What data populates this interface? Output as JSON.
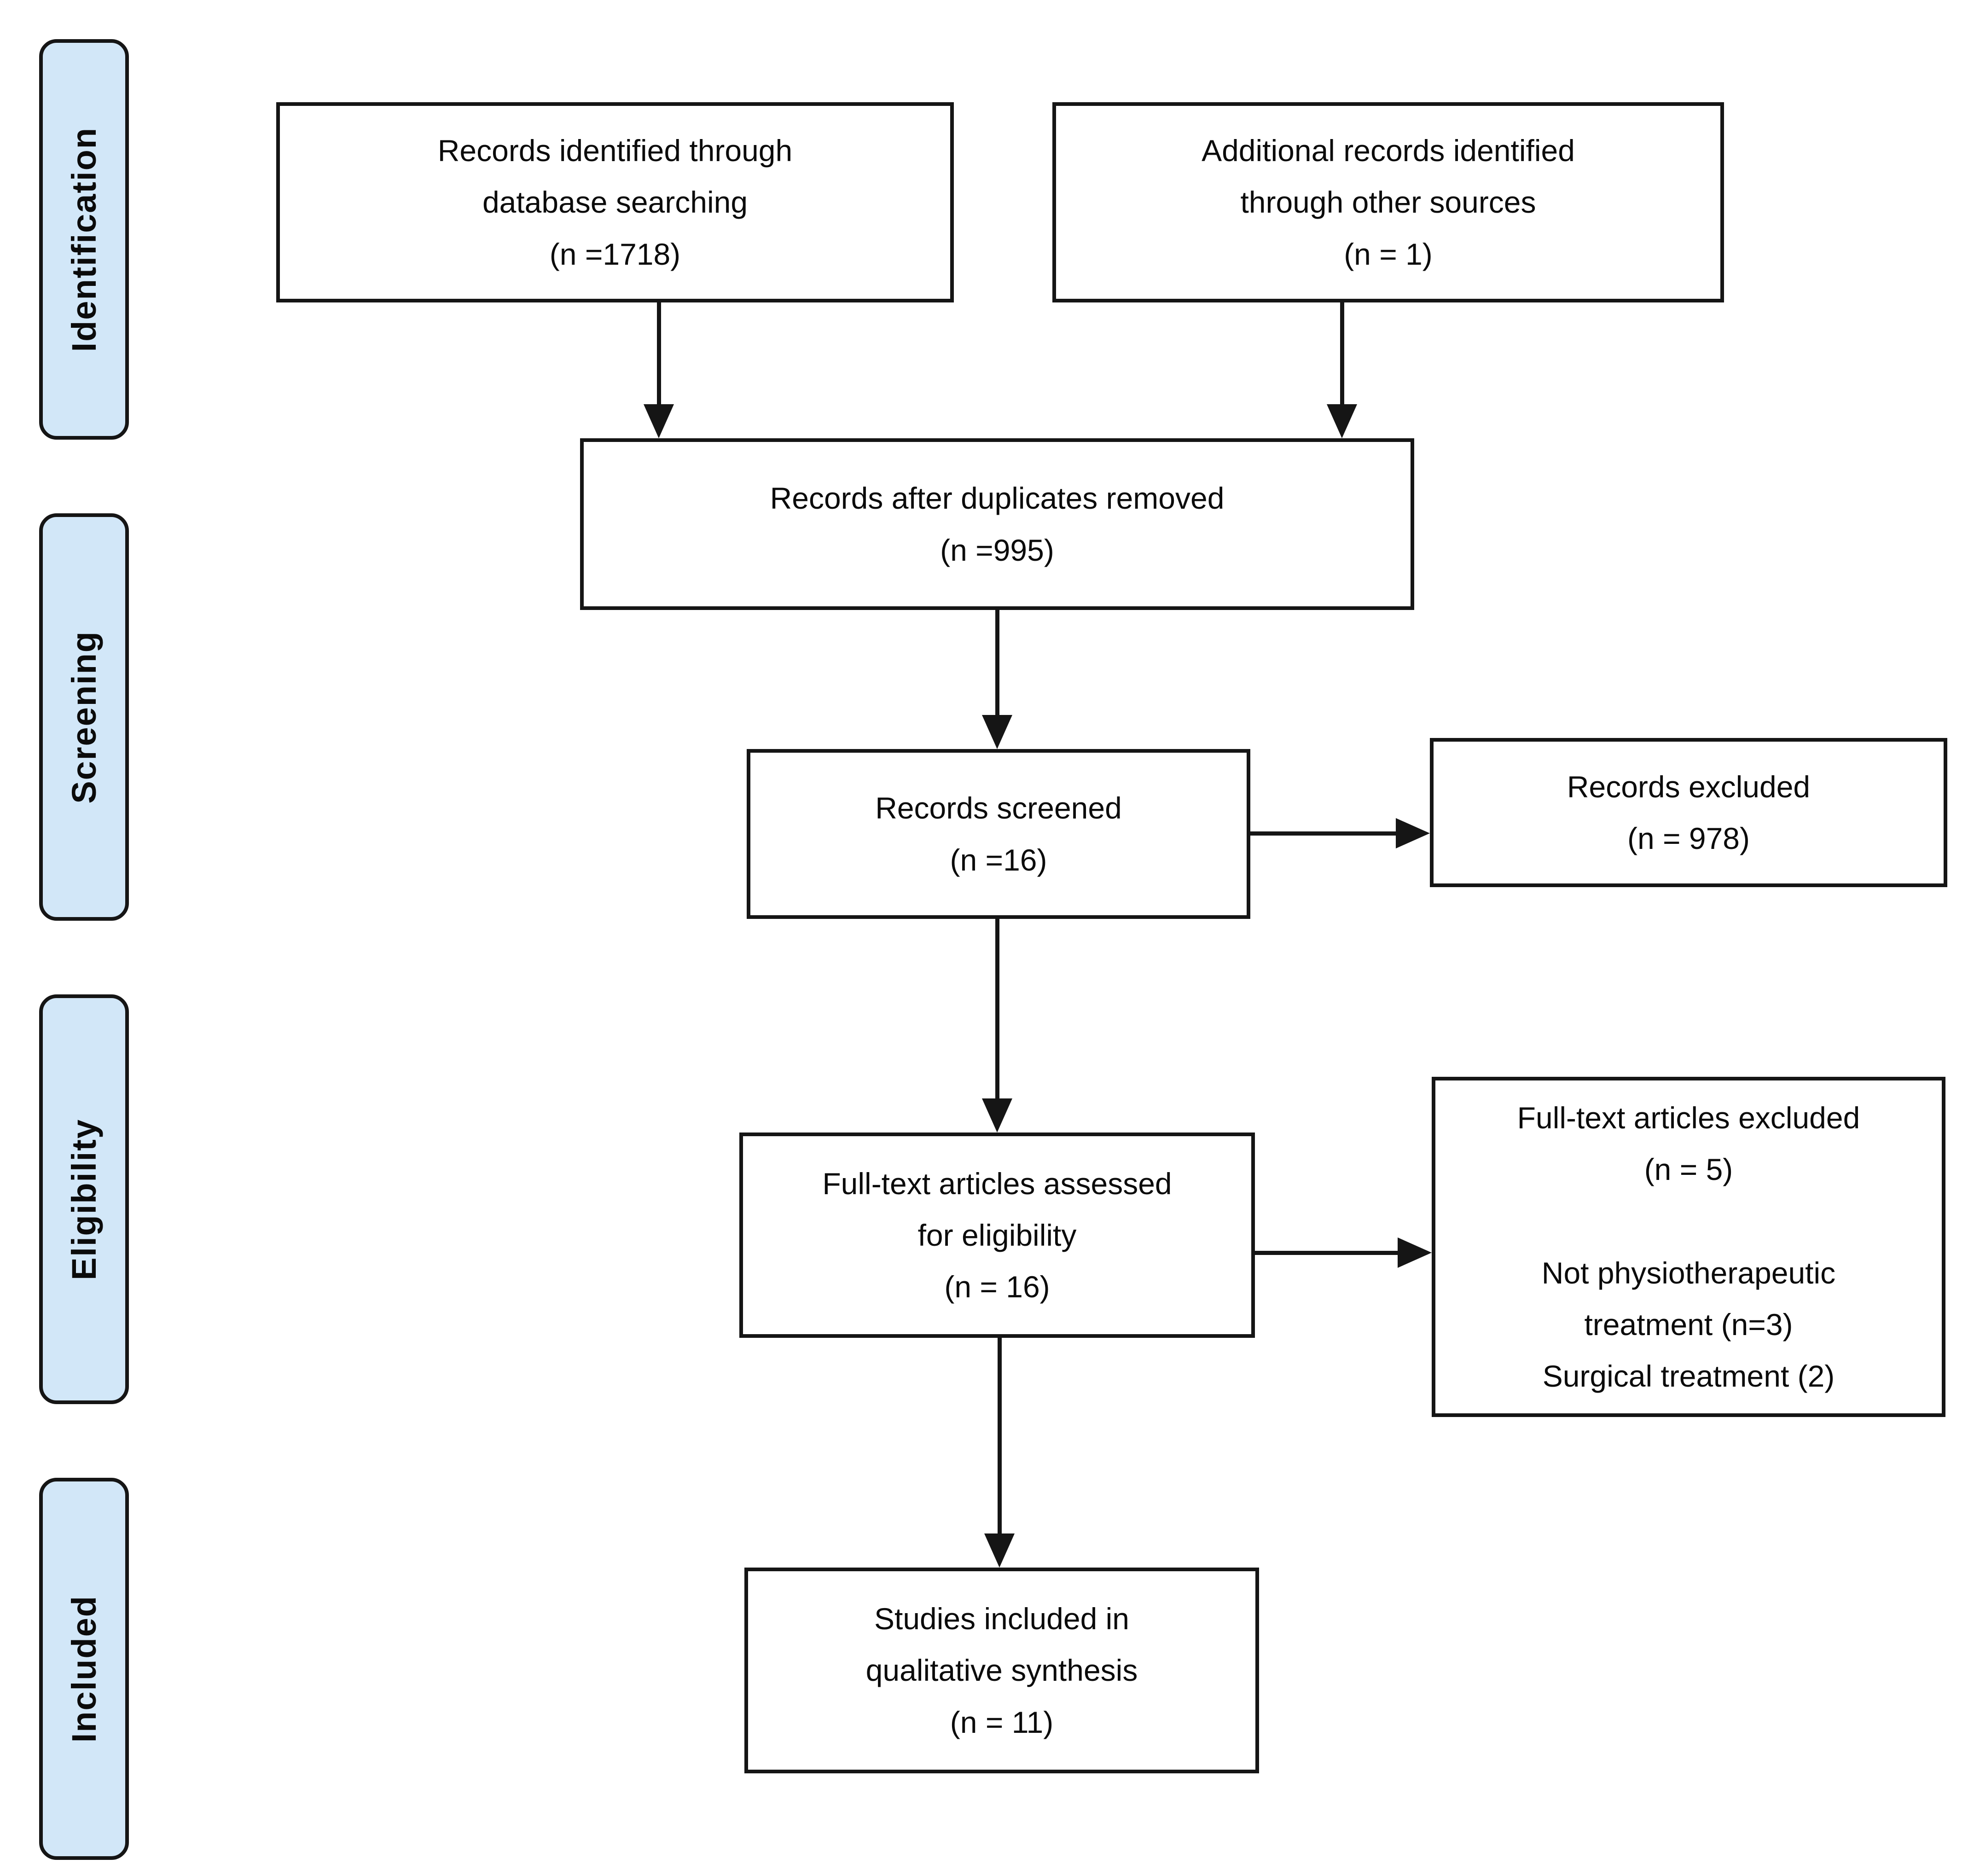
{
  "stages": [
    {
      "label": "Identification"
    },
    {
      "label": "Screening"
    },
    {
      "label": "Eligibility"
    },
    {
      "label": "Included"
    }
  ],
  "boxes": {
    "records_identified": {
      "text": "Records identified through\ndatabase searching\n(n =1718)"
    },
    "additional_records": {
      "text": "Additional records identified\nthrough other sources\n(n = 1)"
    },
    "after_duplicates": {
      "text": "Records after duplicates removed\n(n =995)"
    },
    "records_screened": {
      "text": "Records screened\n(n =16)"
    },
    "records_excluded": {
      "text": "Records excluded\n(n = 978)"
    },
    "fulltext_assessed": {
      "text": "Full-text articles assessed\nfor eligibility\n(n = 16)"
    },
    "fulltext_excluded": {
      "text": "Full-text articles excluded\n(n = 5)\n\nNot physiotherapeutic\ntreatment  (n=3)\nSurgical treatment (2)"
    },
    "studies_included": {
      "text": "Studies included in\nqualitative synthesis\n(n = 11)"
    }
  },
  "colors": {
    "stage_fill": "#d2e7f8",
    "box_border": "#151515",
    "background": "#ffffff"
  }
}
